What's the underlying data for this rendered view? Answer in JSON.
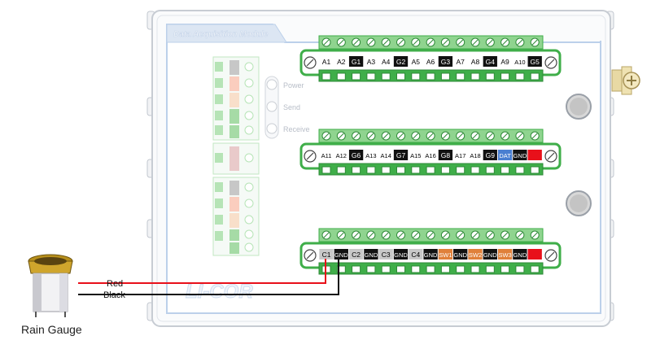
{
  "module": {
    "title": "Data Acquisition Module",
    "brand": "LI-COR"
  },
  "indicators": [
    "Power",
    "Send",
    "Receive"
  ],
  "terminal_blocks": [
    {
      "name": "analog-block-1",
      "terminals": [
        {
          "label": "A1",
          "style": "white"
        },
        {
          "label": "A2",
          "style": "white"
        },
        {
          "label": "G1",
          "style": "black"
        },
        {
          "label": "A3",
          "style": "white"
        },
        {
          "label": "A4",
          "style": "white"
        },
        {
          "label": "G2",
          "style": "black"
        },
        {
          "label": "A5",
          "style": "white"
        },
        {
          "label": "A6",
          "style": "white"
        },
        {
          "label": "G3",
          "style": "black"
        },
        {
          "label": "A7",
          "style": "white"
        },
        {
          "label": "A8",
          "style": "white"
        },
        {
          "label": "G4",
          "style": "black"
        },
        {
          "label": "A9",
          "style": "white"
        },
        {
          "label": "A10",
          "style": "white"
        },
        {
          "label": "G5",
          "style": "black"
        }
      ]
    },
    {
      "name": "analog-block-2",
      "terminals": [
        {
          "label": "A11",
          "style": "white"
        },
        {
          "label": "A12",
          "style": "white"
        },
        {
          "label": "G6",
          "style": "black"
        },
        {
          "label": "A13",
          "style": "white"
        },
        {
          "label": "A14",
          "style": "white"
        },
        {
          "label": "G7",
          "style": "black"
        },
        {
          "label": "A15",
          "style": "white"
        },
        {
          "label": "A16",
          "style": "white"
        },
        {
          "label": "G8",
          "style": "black"
        },
        {
          "label": "A17",
          "style": "white"
        },
        {
          "label": "A18",
          "style": "white"
        },
        {
          "label": "G9",
          "style": "black"
        },
        {
          "label": "DAT",
          "style": "blue"
        },
        {
          "label": "GND",
          "style": "black"
        },
        {
          "label": "",
          "style": "red"
        }
      ]
    },
    {
      "name": "counter-block",
      "terminals": [
        {
          "label": "C1",
          "style": "gray"
        },
        {
          "label": "GND",
          "style": "black"
        },
        {
          "label": "C2",
          "style": "gray"
        },
        {
          "label": "GND",
          "style": "black"
        },
        {
          "label": "C3",
          "style": "gray"
        },
        {
          "label": "GND",
          "style": "black"
        },
        {
          "label": "C4",
          "style": "gray"
        },
        {
          "label": "GND",
          "style": "black"
        },
        {
          "label": "SW1",
          "style": "orange"
        },
        {
          "label": "GND",
          "style": "black"
        },
        {
          "label": "SW2",
          "style": "orange"
        },
        {
          "label": "GND",
          "style": "black"
        },
        {
          "label": "SW3",
          "style": "orange"
        },
        {
          "label": "GND",
          "style": "black"
        },
        {
          "label": "",
          "style": "red"
        }
      ]
    }
  ],
  "wires": [
    {
      "label": "Red",
      "color": "#e8101a"
    },
    {
      "label": "Black",
      "color": "#111111"
    }
  ],
  "sensor": {
    "label": "Rain Gauge"
  },
  "colors": {
    "terminal_green": "#3fae49",
    "terminal_light": "#8fd48f",
    "housing_outline": "#c7ccd3",
    "inner_panel": "#dce6f3",
    "white_label": "#ffffff",
    "black_label": "#111111",
    "gray_label": "#c8c8c8",
    "blue_label": "#4a7fd1",
    "orange_label": "#e0803a",
    "red_label": "#e8101a"
  }
}
